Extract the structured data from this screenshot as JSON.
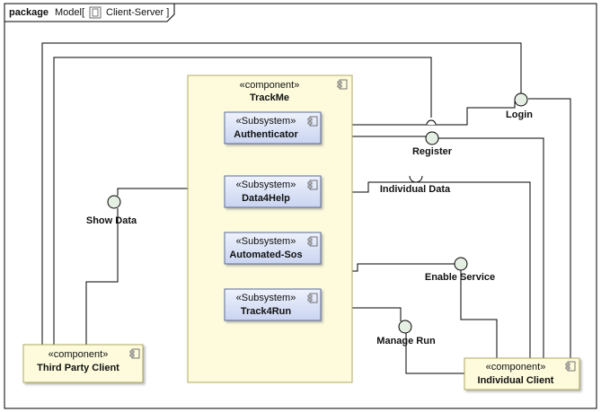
{
  "frame": {
    "kind": "package",
    "name_prefix": "Model[",
    "name": "Client-Server ]"
  },
  "components": {
    "trackme": {
      "stereotype": "«component»",
      "name": "TrackMe"
    },
    "third_party": {
      "stereotype": "«component»",
      "name": "Third Party Client"
    },
    "individual": {
      "stereotype": "«component»",
      "name": "Individual Client"
    }
  },
  "subsystems": [
    {
      "stereotype": "«Subsystem»",
      "name": "Authenticator"
    },
    {
      "stereotype": "«Subsystem»",
      "name": "Data4Help"
    },
    {
      "stereotype": "«Subsystem»",
      "name": "Automated-Sos"
    },
    {
      "stereotype": "«Subsystem»",
      "name": "Track4Run"
    }
  ],
  "interfaces": {
    "login": "Login",
    "register": "Register",
    "individual_data": "Individual Data",
    "show_data": "Show Data",
    "enable_service": "Enable Service",
    "manage_run": "Manage Run"
  },
  "colors": {
    "component_fill": "#fdfbdc",
    "subsystem_fill": "#d8e0f4",
    "line": "#000000"
  }
}
